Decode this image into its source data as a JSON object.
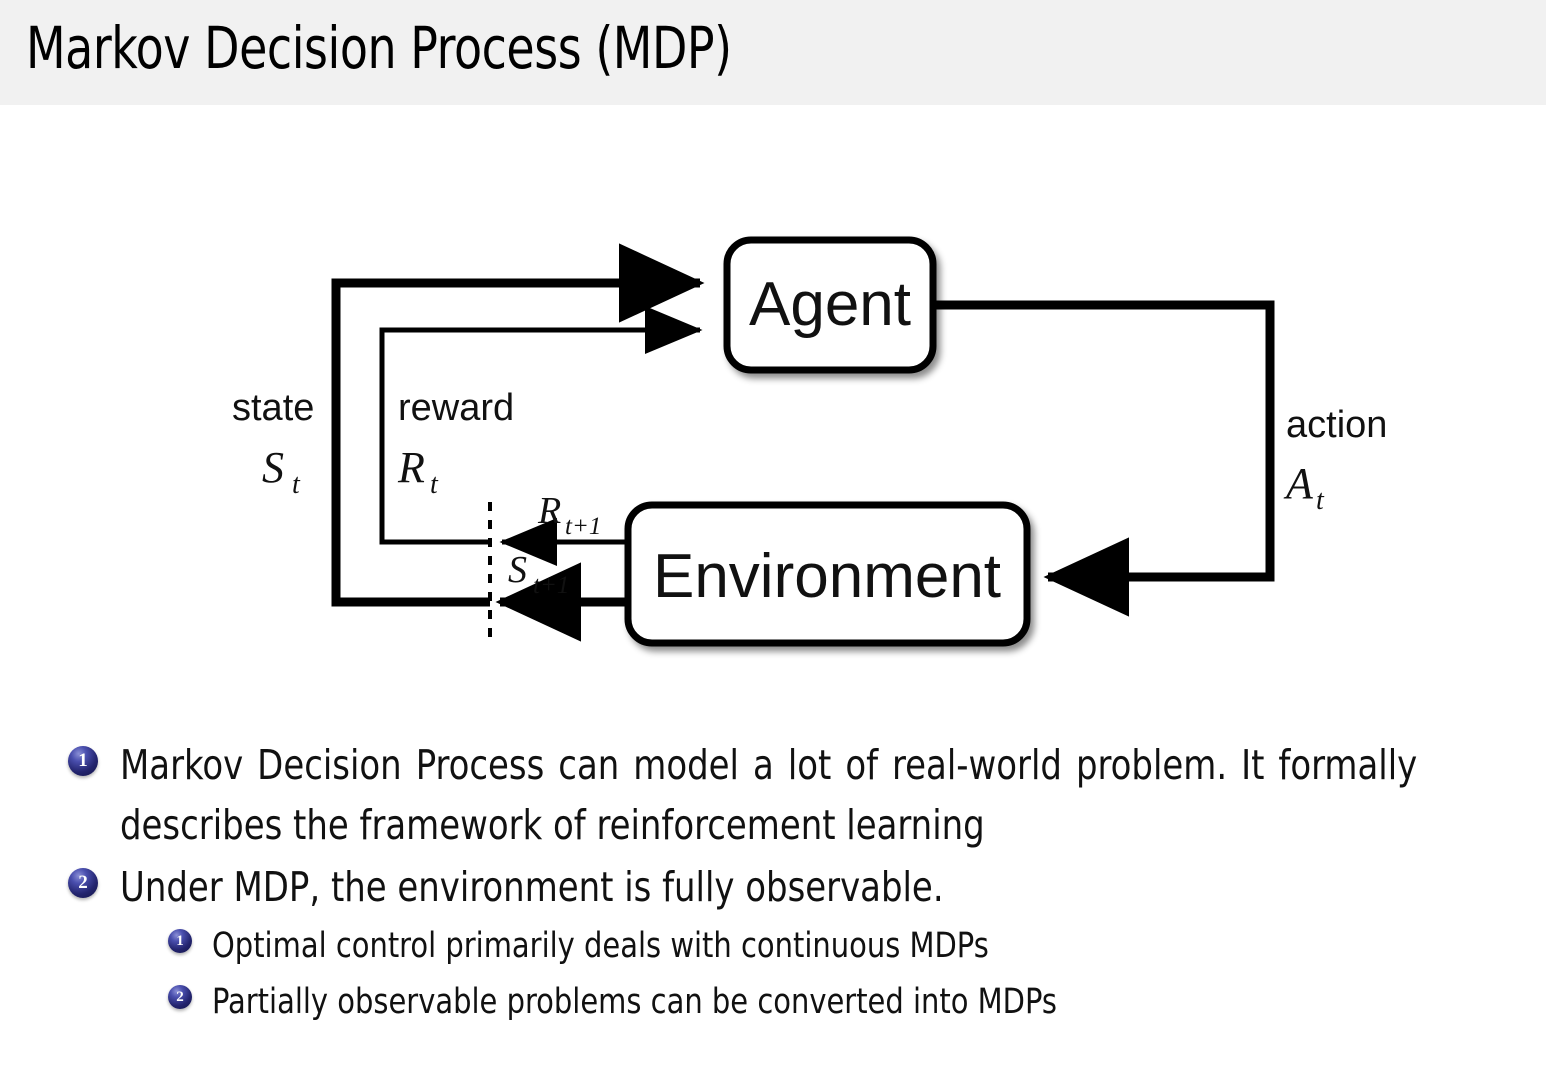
{
  "header": {
    "title": "Markov Decision Process (MDP)",
    "background_color": "#f1f1f1"
  },
  "diagram": {
    "name": "agent-environment-interaction-loop",
    "nodes": {
      "agent": "Agent",
      "environment": "Environment"
    },
    "edge_labels": {
      "state_word": "state",
      "state_symbol_base": "S",
      "state_symbol_sub": "t",
      "reward_word": "reward",
      "reward_symbol_base": "R",
      "reward_symbol_sub": "t",
      "action_word": "action",
      "action_symbol_base": "A",
      "action_symbol_sub": "t",
      "next_reward_base": "R",
      "next_reward_sub": "t+1",
      "next_state_base": "S",
      "next_state_sub": "t+1"
    },
    "stroke_color": "#000000",
    "fill_color": "#ffffff"
  },
  "bullets": {
    "badge_color": "#23246e",
    "items": [
      {
        "number": "1",
        "text": "Markov Decision Process can model a lot of real-world problem. It formally describes the framework of reinforcement learning",
        "children": []
      },
      {
        "number": "2",
        "text": "Under MDP, the environment is fully observable.",
        "children": [
          {
            "number": "1",
            "text": "Optimal control primarily deals with continuous MDPs"
          },
          {
            "number": "2",
            "text": "Partially observable problems can be converted into MDPs"
          }
        ]
      }
    ]
  }
}
